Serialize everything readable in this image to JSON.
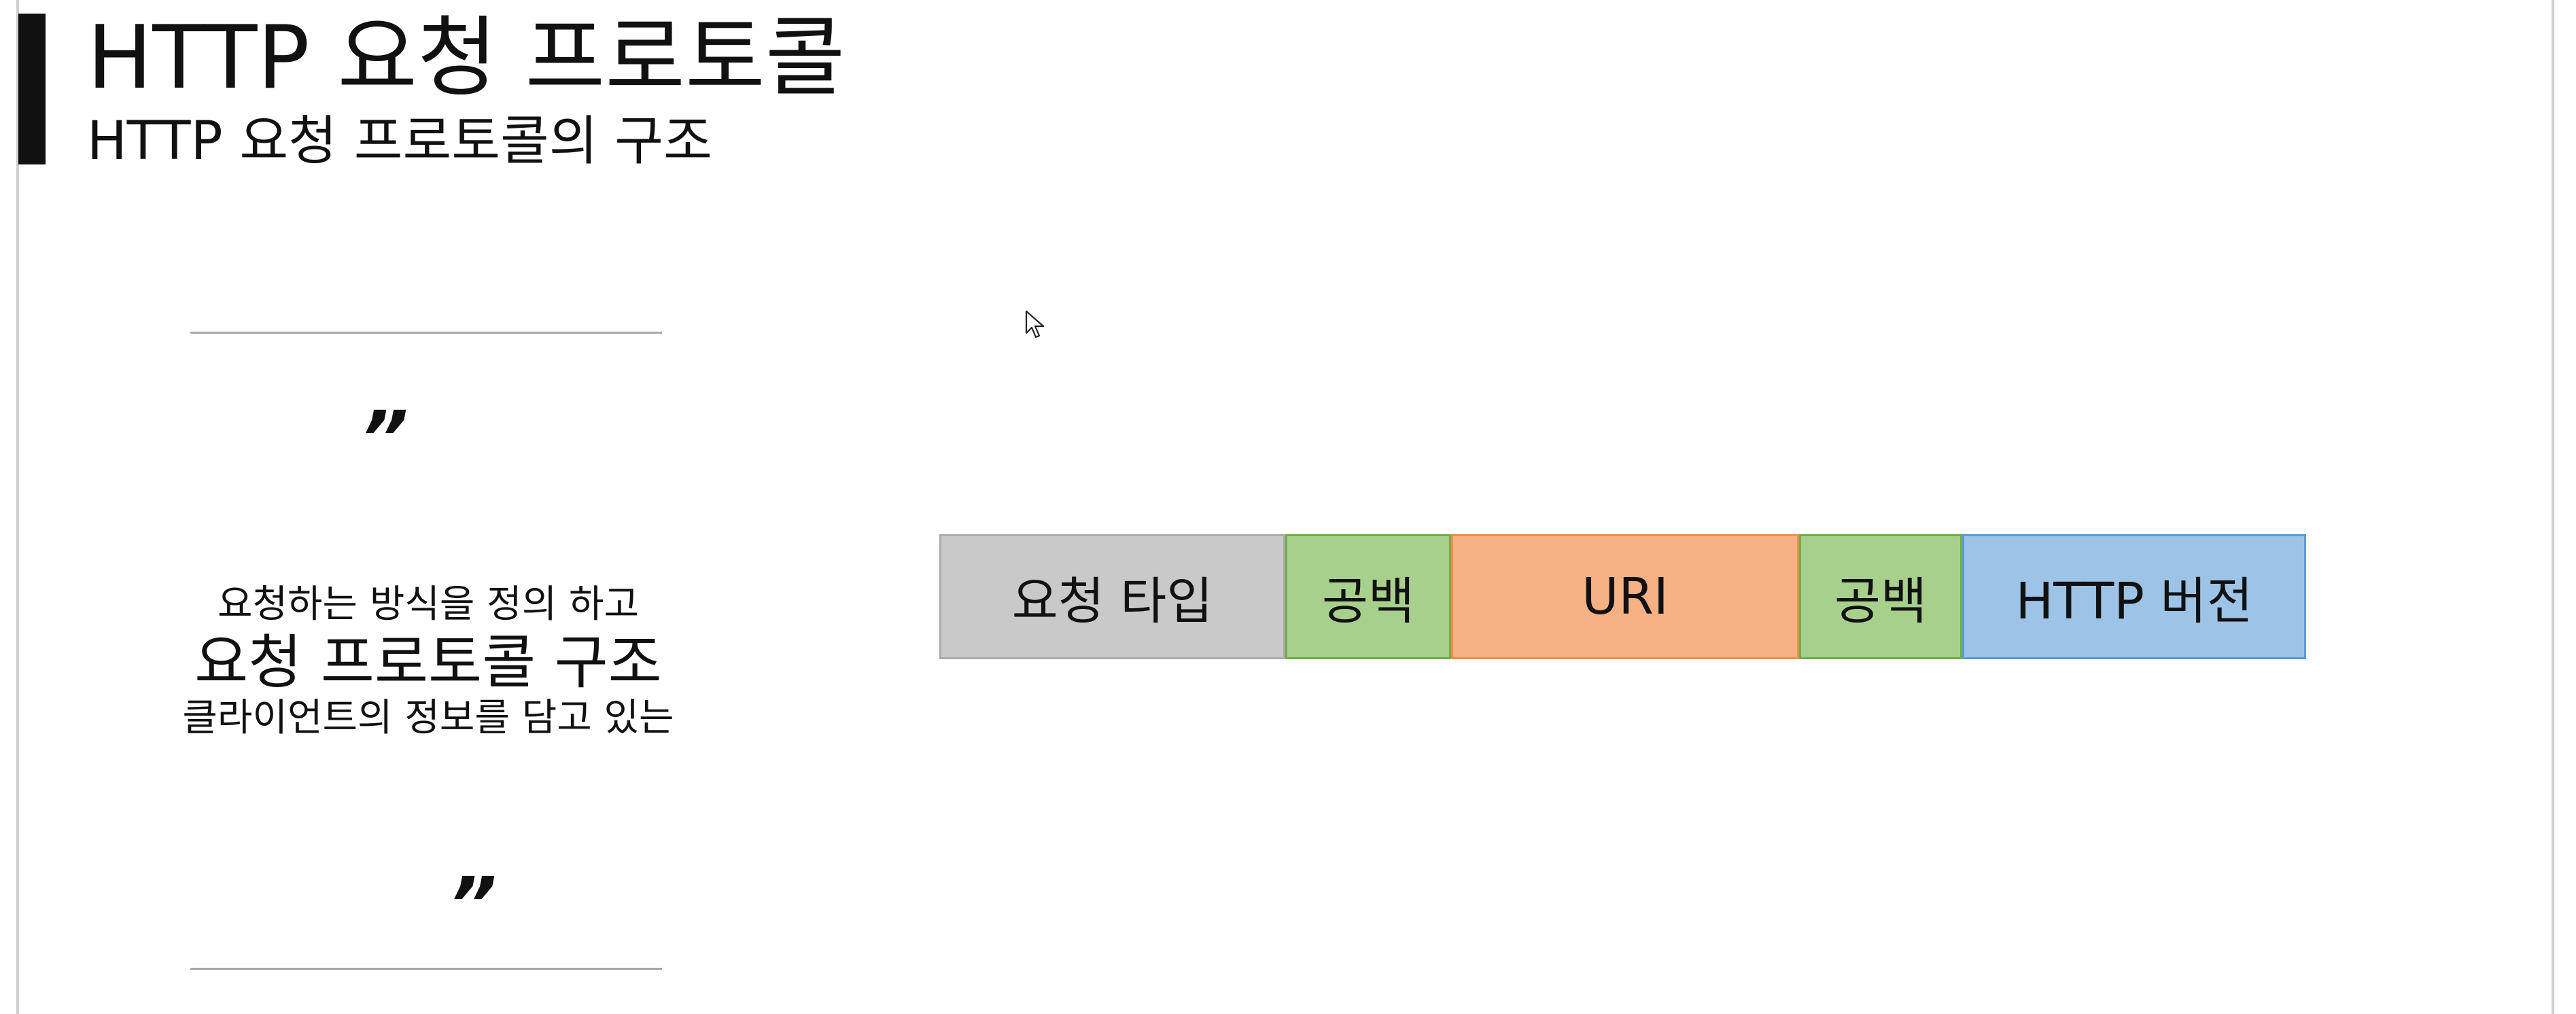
{
  "slide": {
    "title": "HTTP 요청 프로토콜",
    "subtitle": "HTTP 요청 프로토콜의 구조"
  },
  "quote": {
    "open_mark": "”",
    "close_mark": "”",
    "line1": "요청하는 방식을 정의 하고",
    "line2": "요청 프로토콜 구조",
    "line3": "클라이언트의 정보를 담고 있는"
  },
  "protocol": {
    "segments": [
      {
        "label": "요청 타입",
        "fill": "#c9c9c9",
        "border": "#aaaaaa"
      },
      {
        "label": "공백",
        "fill": "#a8d08d",
        "border": "#70ad47"
      },
      {
        "label": "URI",
        "fill": "#f4b183",
        "border": "#f08c4a"
      },
      {
        "label": "공백",
        "fill": "#a8d08d",
        "border": "#70ad47"
      },
      {
        "label": "HTTP 버전",
        "fill": "#9dc3e6",
        "border": "#5b9bd5"
      }
    ]
  }
}
